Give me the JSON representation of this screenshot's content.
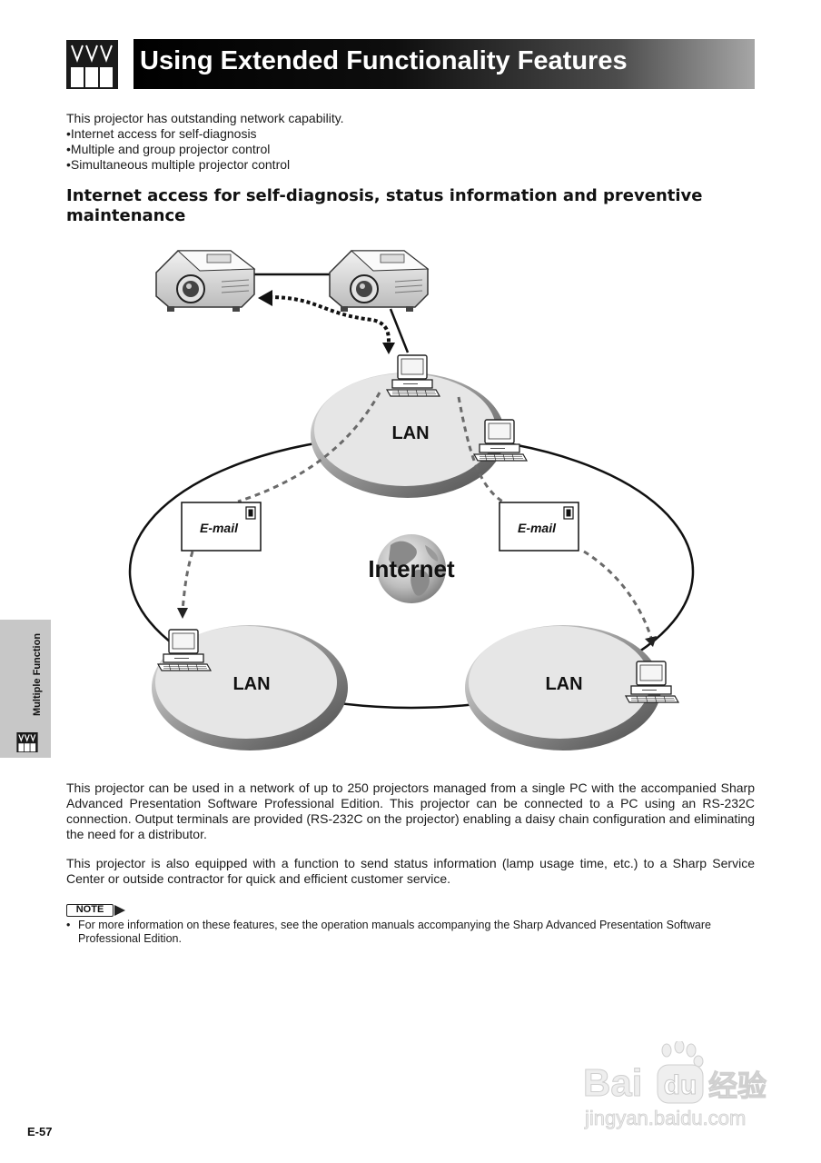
{
  "header": {
    "title": "Using Extended Functionality Features",
    "icon": "multi-projector-icon"
  },
  "intro": {
    "lead": "This projector has outstanding network capability.",
    "bullets": [
      "Internet access for self-diagnosis",
      "Multiple and group projector control",
      "Simultaneous multiple projector control"
    ]
  },
  "section": {
    "heading": "Internet access for self-diagnosis, status information and preventive maintenance"
  },
  "diagram": {
    "lan_top": "LAN",
    "lan_left": "LAN",
    "lan_right": "LAN",
    "internet": "Internet",
    "email_left": "E-mail",
    "email_right": "E-mail",
    "icons": [
      "projector-icon",
      "computer-icon",
      "globe-icon",
      "envelope-icon"
    ]
  },
  "body": {
    "paragraph1": "This projector can be used in a network of up to 250 projectors managed from a single PC with the accompanied Sharp Advanced Presentation Software Professional Edition. This projector can be connected to a PC using an RS-232C connection. Output terminals are provided (RS-232C on the projector) enabling a daisy chain configuration and eliminating the need for a distributor.",
    "paragraph2": "This projector is also equipped with a function to send status information (lamp usage time, etc.) to a Sharp Service Center or outside contractor for quick and efficient customer service."
  },
  "note": {
    "badge": "NOTE",
    "bullet": "•",
    "text": "For more information on these features, see the operation manuals accompanying the Sharp Advanced Presentation Software Professional Edition."
  },
  "side_tab": {
    "label": "Multiple Function"
  },
  "footer": {
    "page_number": "E-57"
  },
  "watermark": {
    "brand_latin": "Bai",
    "brand_du": "du",
    "brand_cn": "经验",
    "url": "jingyan.baidu.com"
  }
}
